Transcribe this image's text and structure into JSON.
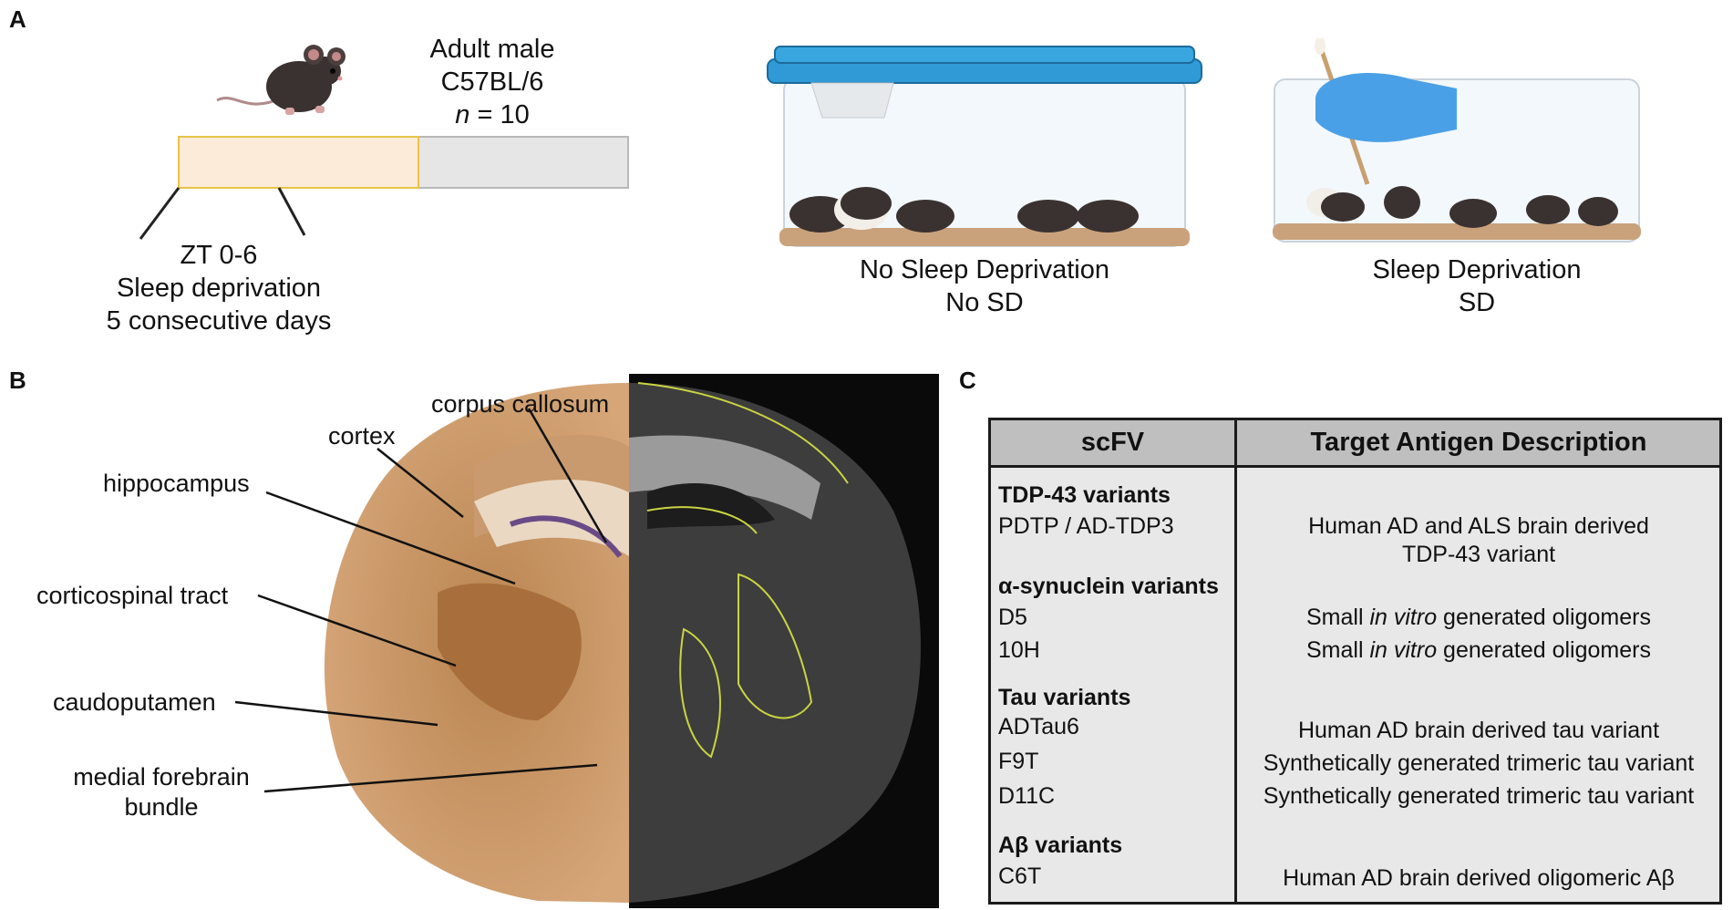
{
  "panels": {
    "a": "A",
    "b": "B",
    "c": "C"
  },
  "panel_a": {
    "subject_lines": [
      "Adult male",
      "C57BL/6"
    ],
    "n_italic": "n",
    "n_rest": " = 10",
    "sd_lines": [
      "ZT 0-6",
      "Sleep deprivation",
      "5 consecutive days"
    ],
    "cage_nosd_lines": [
      "No Sleep Deprivation",
      "No SD"
    ],
    "cage_sd_lines": [
      "Sleep Deprivation",
      "SD"
    ],
    "colors": {
      "sd_bar": "#fcebd8",
      "sd_bar_border": "#e8c349",
      "rest_bar": "#e6e6e6",
      "lid": "#2f9ad6",
      "glove": "#4aa0e6",
      "bedding": "#c9a27c"
    }
  },
  "panel_b": {
    "labels": {
      "corpus_callosum": "corpus callosum",
      "cortex": "cortex",
      "hippocampus": "hippocampus",
      "corticospinal_tract": "corticospinal tract",
      "caudoputamen": "caudoputamen",
      "medial_forebrain_bundle": [
        "medial forebrain",
        "bundle"
      ]
    }
  },
  "panel_c": {
    "headers": {
      "scfv": "scFV",
      "description": "Target Antigen Description"
    },
    "groups": [
      {
        "title": "TDP-43 variants",
        "rows": [
          {
            "name": "PDTP / AD-TDP3",
            "desc_lines": [
              "Human AD and ALS brain derived",
              "TDP-43 variant"
            ]
          }
        ]
      },
      {
        "title": "α-synuclein variants",
        "rows": [
          {
            "name": "D5",
            "desc_pre": "Small ",
            "desc_it": "in vitro",
            "desc_post": " generated oligomers"
          },
          {
            "name": "10H",
            "desc_pre": "Small ",
            "desc_it": "in vitro",
            "desc_post": " generated oligomers"
          }
        ]
      },
      {
        "title": "Tau variants",
        "rows": [
          {
            "name": "ADTau6",
            "desc": "Human AD brain derived tau variant"
          },
          {
            "name": "F9T",
            "desc": "Synthetically generated trimeric tau variant"
          },
          {
            "name": "D11C",
            "desc": "Synthetically generated trimeric tau variant"
          }
        ]
      },
      {
        "title": "Aβ variants",
        "rows": [
          {
            "name": "C6T",
            "desc": "Human AD brain derived oligomeric Aβ"
          }
        ]
      }
    ]
  }
}
